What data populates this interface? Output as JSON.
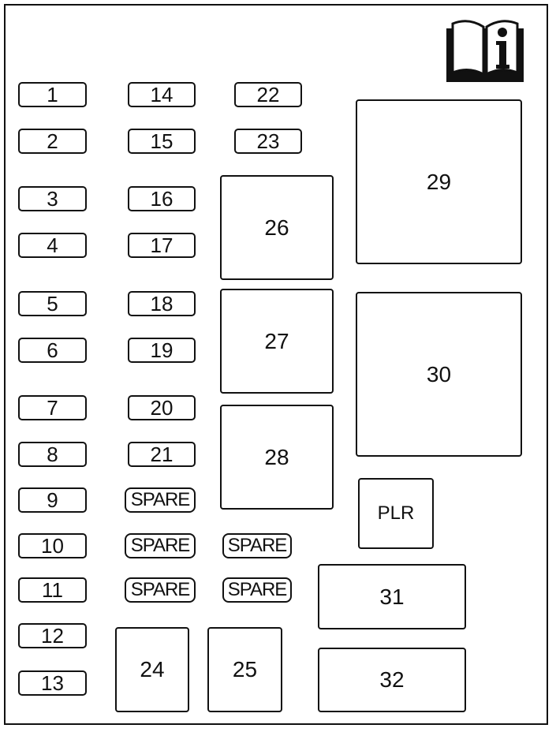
{
  "diagram": {
    "info_icon": "owner-manual-info-icon",
    "column1": [
      "1",
      "2",
      "3",
      "4",
      "5",
      "6",
      "7",
      "8",
      "9",
      "10",
      "11",
      "12",
      "13"
    ],
    "column2": [
      "14",
      "15",
      "16",
      "17",
      "18",
      "19",
      "20",
      "21",
      "SPARE",
      "SPARE",
      "SPARE"
    ],
    "column3": [
      "22",
      "23",
      "SPARE",
      "SPARE"
    ],
    "relays": {
      "r24": "24",
      "r25": "25",
      "r26": "26",
      "r27": "27",
      "r28": "28",
      "r29": "29",
      "r30": "30",
      "r31": "31",
      "r32": "32",
      "plr": "PLR"
    }
  }
}
